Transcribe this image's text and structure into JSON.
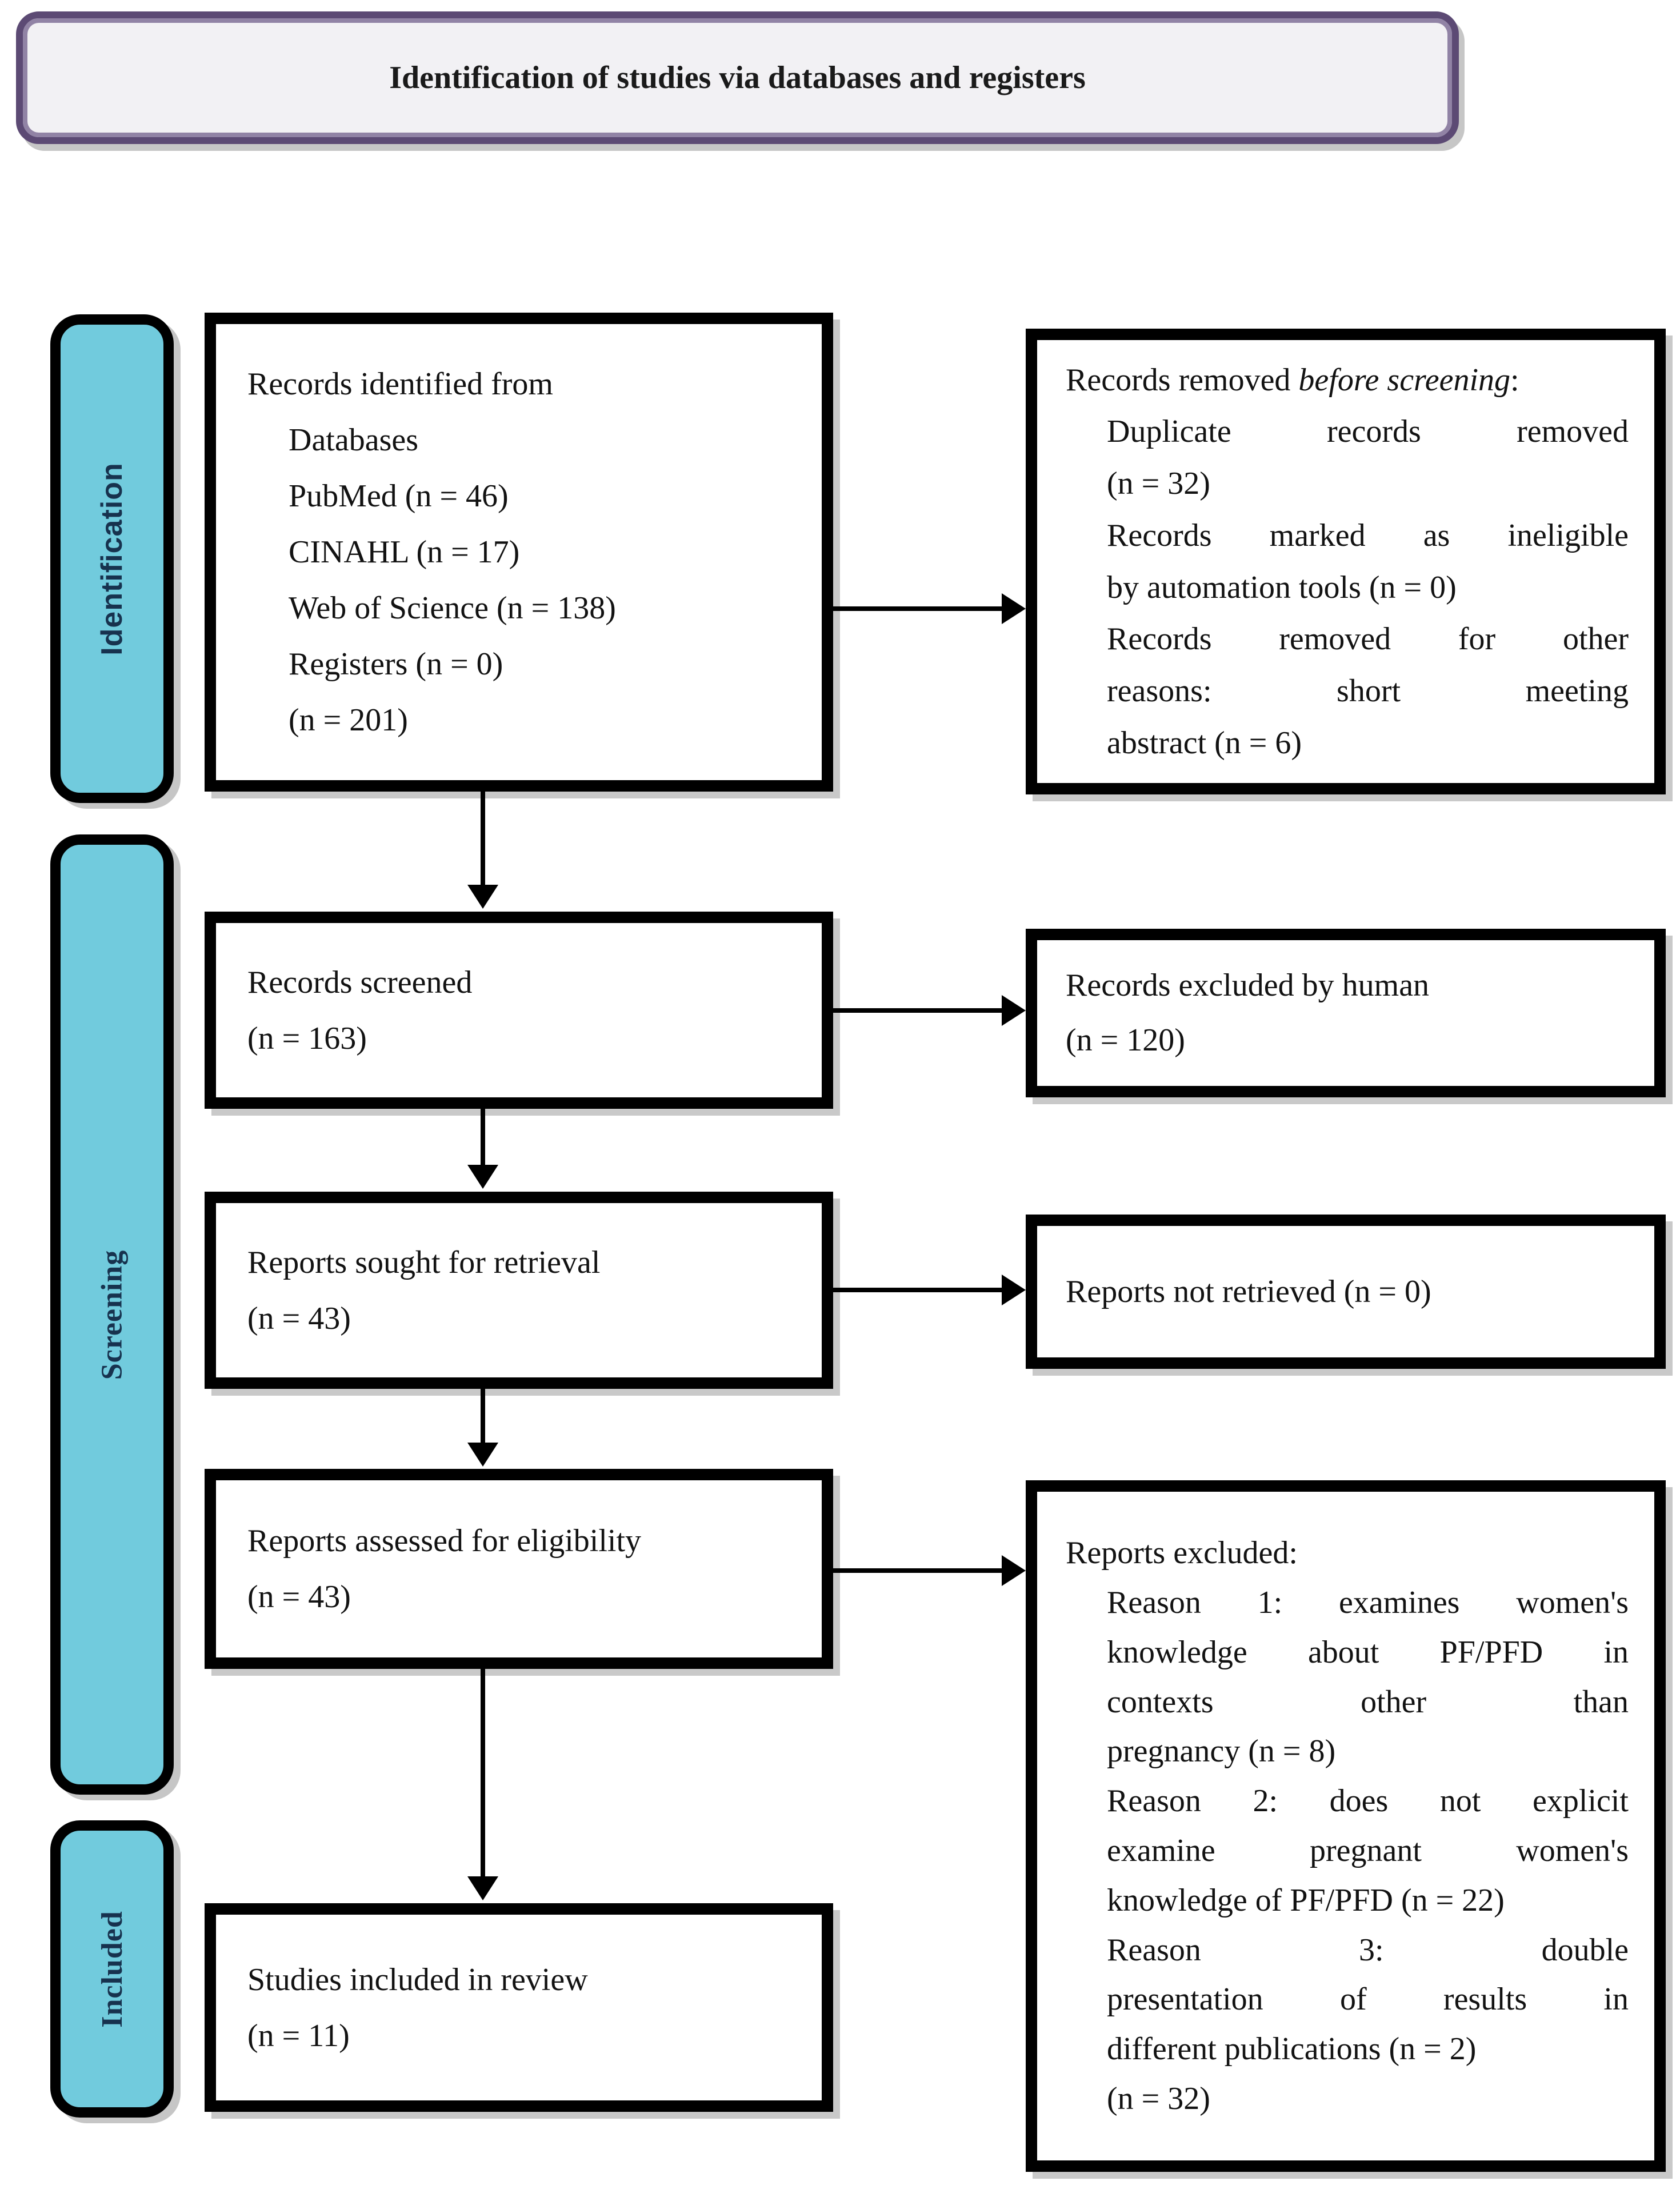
{
  "title": "Identification of studies via databases and registers",
  "colors": {
    "stage_fill": "#71cbdd",
    "stage_text": "#17324e",
    "title_border": "#5c4a74",
    "title_fill": "#f2f1f4",
    "box_border": "#000000",
    "arrow": "#000000"
  },
  "stages": [
    {
      "label": "Identification"
    },
    {
      "label": "Screening"
    },
    {
      "label": "Included"
    }
  ],
  "boxes": {
    "identified": {
      "lines": [
        "Records identified from",
        "Databases",
        "PubMed (n = 46)",
        "CINAHL (n = 17)",
        "Web of Science (n = 138)",
        "Registers (n = 0)",
        "(n = 201)"
      ]
    },
    "screened": {
      "lines": [
        "Records screened",
        "(n = 163)"
      ]
    },
    "sought": {
      "lines": [
        "Reports sought for retrieval",
        "(n = 43)"
      ]
    },
    "assessed": {
      "lines": [
        "Reports assessed for eligibility",
        "(n = 43)"
      ]
    },
    "included": {
      "lines": [
        "Studies included in review",
        "(n = 11)"
      ]
    },
    "removed": {
      "heading_prefix": "Records removed ",
      "heading_italic": "before screening",
      "heading_suffix": ":",
      "lines": [
        "Duplicate records removed",
        "(n = 32)",
        "Records marked as ineligible",
        "by automation tools (n = 0)",
        "Records removed for other",
        "reasons: short meeting",
        "abstract (n = 6)"
      ]
    },
    "excluded_human": {
      "lines": [
        "Records excluded by human",
        "(n = 120)"
      ]
    },
    "not_retrieved": {
      "lines": [
        "Reports not retrieved (n = 0)"
      ]
    },
    "reports_excluded": {
      "heading": "Reports excluded:",
      "lines": [
        "Reason 1: examines women's",
        "knowledge about PF/PFD in",
        "contexts other than",
        "pregnancy (n = 8)",
        "Reason 2: does not explicit",
        "examine pregnant women's",
        "knowledge of PF/PFD (n = 22)",
        "Reason 3: double",
        "presentation of results in",
        "different publications (n = 2)",
        "(n = 32)"
      ]
    }
  }
}
